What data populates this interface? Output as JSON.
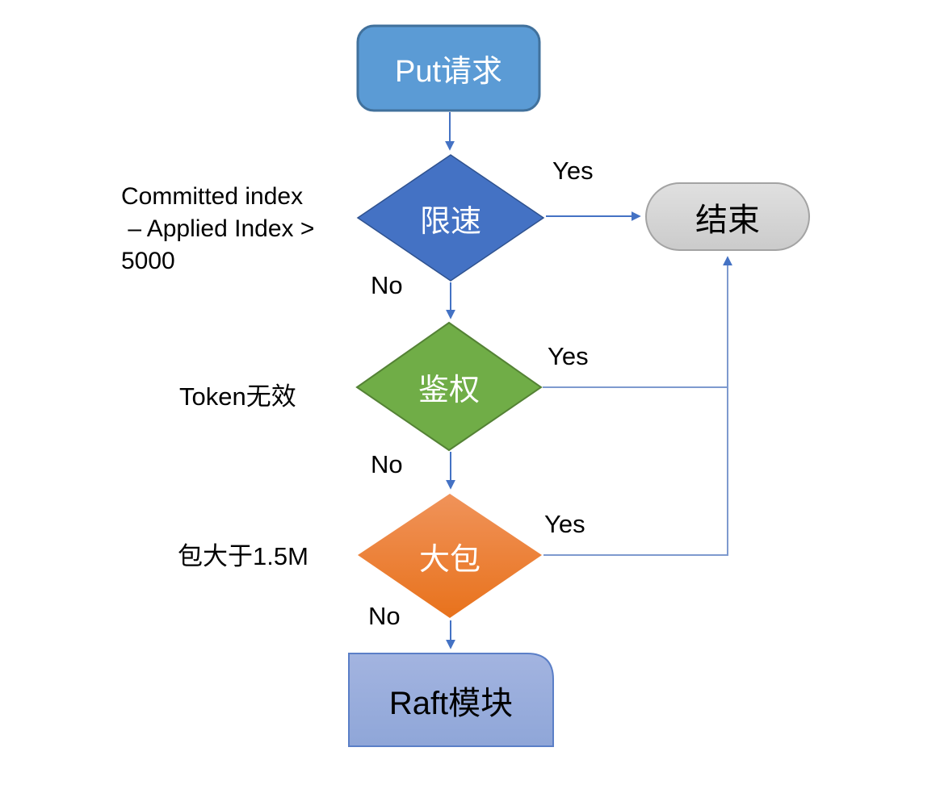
{
  "colors": {
    "connector": "#4472C4",
    "connector_light": "#7E9ACF",
    "arrowhead": "#4472C4",
    "start_fill": "#5B9BD5",
    "start_stroke": "#41719C",
    "ratelimit_fill": "#4472C4",
    "ratelimit_stroke": "#2F528F",
    "end_fill_top": "#E0E0E0",
    "end_fill_bottom": "#CBCBCB",
    "end_stroke": "#A3A3A3",
    "auth_fill": "#70AD47",
    "auth_stroke": "#548235",
    "bigpacket_fill_top": "#F0935A",
    "bigpacket_fill_bottom": "#E8721C",
    "raft_fill_top": "#A3B4E0",
    "raft_fill_bottom": "#8FA6D8",
    "raft_stroke": "#5B7FC7"
  },
  "nodes": {
    "start": {
      "label": "Put请求"
    },
    "ratelimit": {
      "label": "限速",
      "condition": "Committed index\n – Applied Index >\n5000"
    },
    "end": {
      "label": "结束"
    },
    "auth": {
      "label": "鉴权",
      "condition": "Token无效"
    },
    "bigpacket": {
      "label": "大包",
      "condition": "包大于1.5M"
    },
    "raft": {
      "label": "Raft模块"
    }
  },
  "edge_labels": {
    "ratelimit_yes": "Yes",
    "ratelimit_no": "No",
    "auth_yes": "Yes",
    "auth_no": "No",
    "bigpacket_yes": "Yes",
    "bigpacket_no": "No"
  }
}
